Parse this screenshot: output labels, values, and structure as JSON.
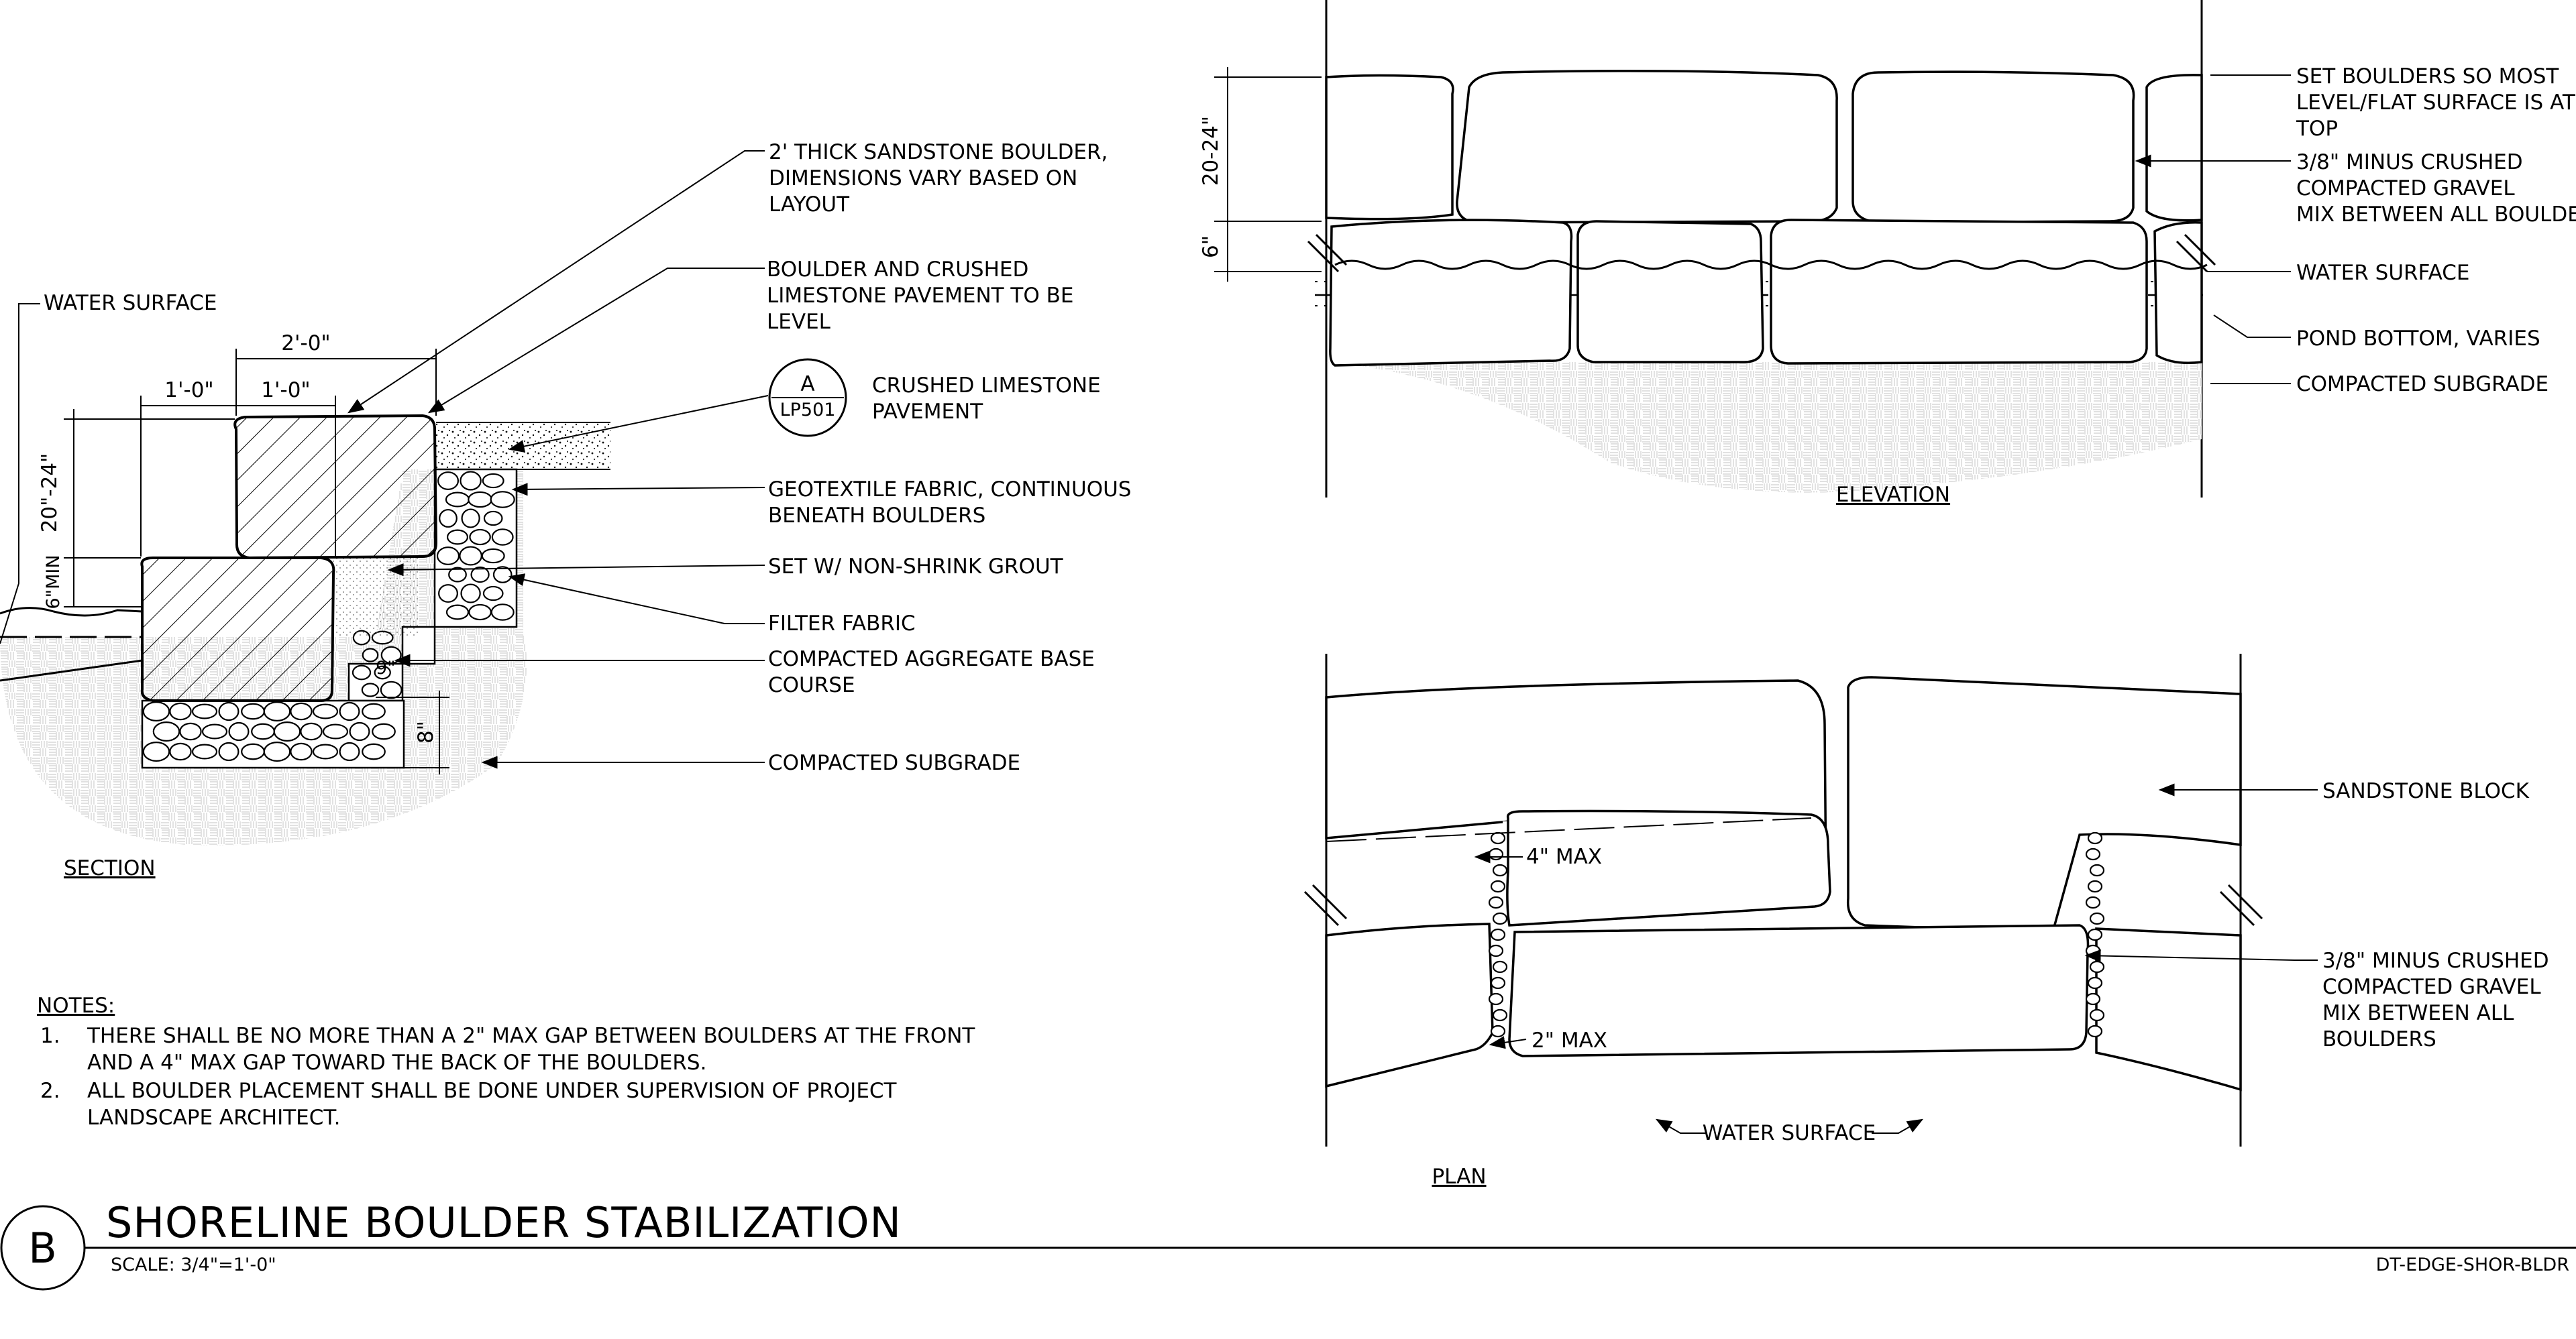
{
  "title": "SHORELINE BOULDER STABILIZATION",
  "detail_id": "B",
  "scale": "SCALE: 3/4\"=1'-0\"",
  "sheet_code": "DT-EDGE-SHOR-BLDR",
  "section": {
    "view_label": "SECTION",
    "water_surface": "WATER SURFACE",
    "dims": {
      "overall": "2'-0\"",
      "left": "1'-0\"",
      "right": "1'-0\"",
      "height": "20\"-24\"",
      "min": "6\"MIN",
      "gap": "9\"",
      "base": "8\""
    },
    "callout_ref": {
      "letter": "A",
      "sheet": "LP501"
    },
    "callouts": [
      [
        "2' THICK SANDSTONE BOULDER,",
        "DIMENSIONS VARY BASED ON",
        "LAYOUT"
      ],
      [
        "BOULDER AND CRUSHED",
        "LIMESTONE PAVEMENT TO BE",
        "LEVEL"
      ],
      [
        "CRUSHED LIMESTONE",
        "PAVEMENT"
      ],
      [
        "GEOTEXTILE FABRIC, CONTINUOUS",
        "BENEATH BOULDERS"
      ],
      [
        "SET W/ NON-SHRINK GROUT"
      ],
      [
        "FILTER FABRIC"
      ],
      [
        "COMPACTED AGGREGATE BASE",
        "COURSE"
      ],
      [
        "COMPACTED SUBGRADE"
      ]
    ]
  },
  "notes": {
    "heading": "NOTES:",
    "items": [
      {
        "num": "1.",
        "lines": [
          "THERE SHALL BE NO MORE THAN A 2\" MAX GAP BETWEEN BOULDERS AT THE FRONT",
          "AND A 4\" MAX GAP TOWARD THE BACK OF THE BOULDERS."
        ]
      },
      {
        "num": "2.",
        "lines": [
          "ALL BOULDER PLACEMENT SHALL BE DONE UNDER SUPERVISION OF PROJECT",
          "LANDSCAPE ARCHITECT."
        ]
      }
    ]
  },
  "elevation": {
    "view_label": "ELEVATION",
    "dims": {
      "height": "20-24\"",
      "base": "6\""
    },
    "callouts": [
      [
        "SET BOULDERS SO MOST",
        "LEVEL/FLAT SURFACE IS AT",
        "TOP"
      ],
      [
        "3/8\" MINUS CRUSHED",
        "COMPACTED GRAVEL",
        "MIX BETWEEN ALL BOULDERS"
      ],
      [
        "WATER SURFACE"
      ],
      [
        "POND BOTTOM, VARIES"
      ],
      [
        "COMPACTED SUBGRADE"
      ]
    ]
  },
  "plan": {
    "view_label": "PLAN",
    "gap_back": "4\" MAX",
    "gap_front": "2\" MAX",
    "water_surface": "WATER SURFACE",
    "callouts": [
      [
        "SANDSTONE BLOCK"
      ],
      [
        "3/8\" MINUS CRUSHED",
        "COMPACTED GRAVEL",
        "MIX BETWEEN ALL",
        "BOULDERS"
      ]
    ]
  }
}
